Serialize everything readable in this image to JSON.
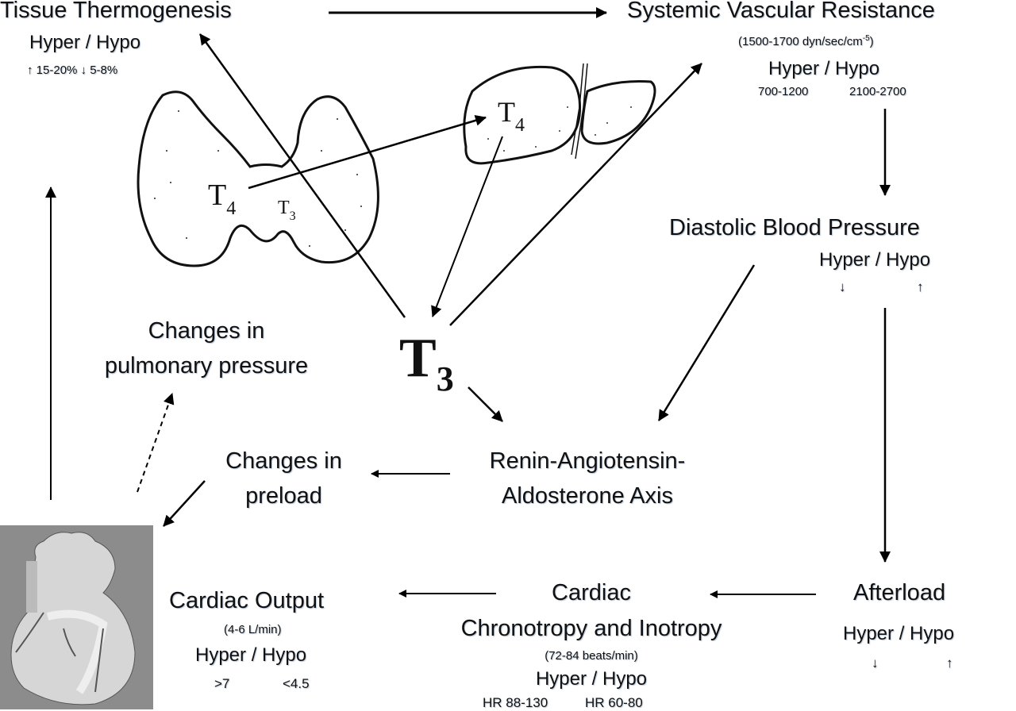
{
  "nodes": {
    "tissue_thermogenesis": {
      "title": "Tissue Thermogenesis",
      "hyper_hypo": "Hyper  / Hypo",
      "values": "↑ 15-20%  ↓ 5-8%"
    },
    "systemic_vascular_resistance": {
      "title": "Systemic Vascular Resistance",
      "normal_prefix": "(1500-1700 dyn/sec/cm",
      "normal_sup": "-5",
      "normal_suffix": ")",
      "hyper_hypo": "Hyper  /  Hypo",
      "hyper_value": "700-1200",
      "hypo_value": "2100-2700"
    },
    "diastolic_blood_pressure": {
      "title": "Diastolic Blood Pressure",
      "hyper_hypo": "Hyper  / Hypo",
      "hyper_value": "↓",
      "hypo_value": "↑"
    },
    "pulmonary_pressure": {
      "line1": "Changes in",
      "line2": "pulmonary pressure"
    },
    "preload": {
      "line1": "Changes in",
      "line2": "preload"
    },
    "raas": {
      "line1": "Renin-Angiotensin-",
      "line2": "Aldosterone Axis"
    },
    "cardiac_output": {
      "title": "Cardiac Output",
      "normal": "(4-6 L/min)",
      "hyper_hypo": "Hyper / Hypo",
      "hyper_value": ">7",
      "hypo_value": "<4.5"
    },
    "chronotropy": {
      "line1": "Cardiac",
      "line2": "Chronotropy and Inotropy",
      "normal": "(72-84 beats/min)",
      "hyper_hypo": "Hyper  /  Hypo",
      "hyper_value": "HR 88-130",
      "hypo_value": "HR 60-80"
    },
    "afterload": {
      "title": "Afterload",
      "hyper_hypo": "Hyper /  Hypo",
      "hyper_value": "↓",
      "hypo_value": "↑"
    }
  },
  "hormones": {
    "t3_center": {
      "base": "T",
      "sub": "3"
    },
    "thyroid_t4": {
      "base": "T",
      "sub": "4"
    },
    "thyroid_t3": {
      "base": "T",
      "sub": "3"
    },
    "liver_t4": {
      "base": "T",
      "sub": "4"
    }
  },
  "images": {
    "thyroid": "thyroid-gland-illustration",
    "liver": "liver-illustration",
    "heart": "heart-illustration"
  },
  "colors": {
    "text": "#111111",
    "arrow": "#000000",
    "heart_bg": "#8c8c8c",
    "text_shadow": "#b9c6d6"
  }
}
